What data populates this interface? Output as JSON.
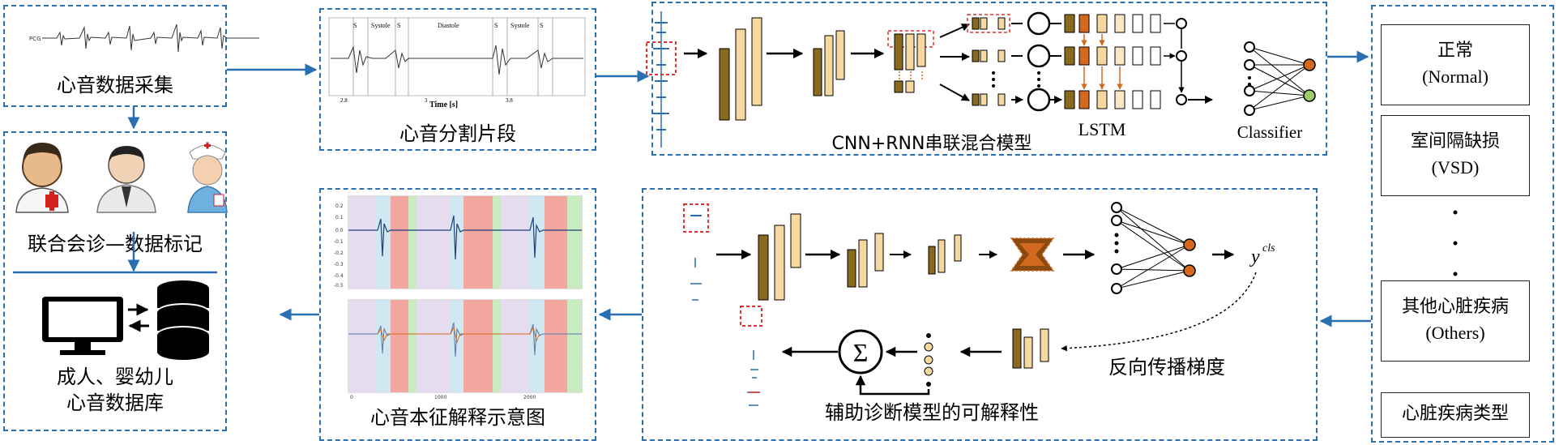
{
  "left_column": {
    "acquisition_label": "心音数据采集",
    "consult_label": "联合会诊—数据标记",
    "database_label_line1": "成人、婴幼儿",
    "database_label_line2": "心音数据库"
  },
  "segmentation": {
    "label": "心音分割片段",
    "ecg_tag": "PCG",
    "s1": "S",
    "systole": "Systole",
    "s2": "S",
    "diastole": "Diastole",
    "s1b": "S",
    "systole_b": "Systole",
    "s2b": "S",
    "tick_start": "2.8",
    "tick_mid": "3",
    "tick_end": "3.8",
    "xlabel": "Time [s]"
  },
  "model": {
    "label": "CNN+RNN串联混合模型",
    "lstm_label": "LSTM",
    "classifier_label": "Classifier"
  },
  "classes": {
    "normal_cn": "正常",
    "normal_en": "(Normal)",
    "vsd_cn": "室间隔缺损",
    "vsd_en": "(VSD)",
    "others_cn": "其他心脏疾病",
    "others_en": "(Others)",
    "type_label": "心脏疾病类型"
  },
  "explain": {
    "label": "心音本征解释示意图",
    "y_ticks": [
      "0.2",
      "0.1",
      "0.0",
      "-0.1",
      "-0.2",
      "-0.3",
      "-0.4",
      "-0.5"
    ],
    "x_ticks": [
      "0",
      "1000",
      "2000"
    ]
  },
  "interpret": {
    "y_symbol": "y",
    "y_superscript": "cls",
    "sigma": "Σ",
    "backprop_label": "反向传播梯度",
    "interpret_label": "辅助诊断模型的可解释性"
  },
  "colors": {
    "frame_blue": "#2a6fb0",
    "dark_bar": "#8a6a1e",
    "light_bar": "#f5d9a0",
    "orange": "#d2691e",
    "green_node": "#9acd6a",
    "red_dash": "#e03030"
  }
}
